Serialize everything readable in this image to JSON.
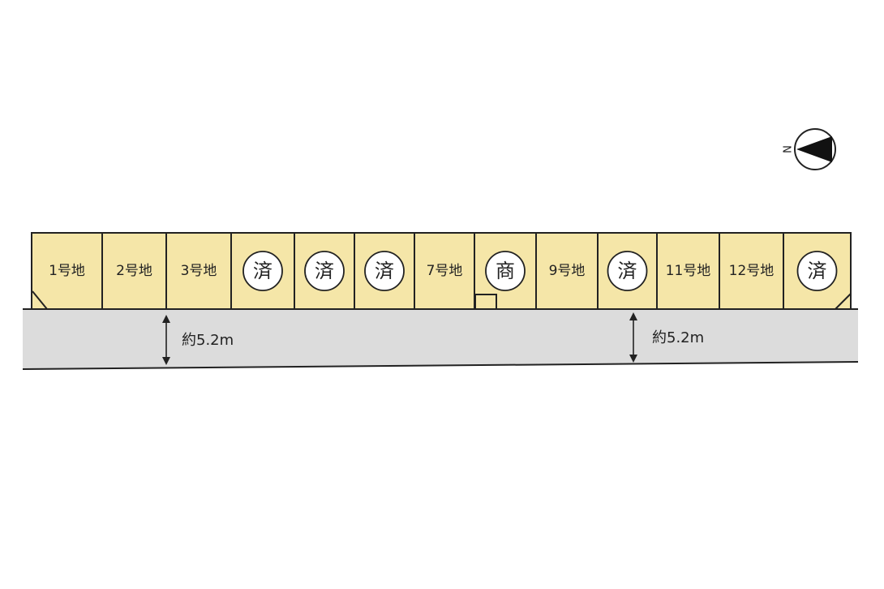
{
  "colors": {
    "lot_fill": "#f5e6a8",
    "road_fill": "#dcdcdc",
    "line": "#222222"
  },
  "compass": {
    "letter": "N",
    "icon": "north-arrow-icon"
  },
  "lots": [
    {
      "label": "1号地",
      "status": "available"
    },
    {
      "label": "2号地",
      "status": "available"
    },
    {
      "label": "3号地",
      "status": "available"
    },
    {
      "label": "済",
      "status": "sold"
    },
    {
      "label": "済",
      "status": "sold"
    },
    {
      "label": "済",
      "status": "sold"
    },
    {
      "label": "7号地",
      "status": "available"
    },
    {
      "label": "商",
      "status": "commercial"
    },
    {
      "label": "9号地",
      "status": "available"
    },
    {
      "label": "済",
      "status": "sold"
    },
    {
      "label": "11号地",
      "status": "available"
    },
    {
      "label": "12号地",
      "status": "available"
    },
    {
      "label": "済",
      "status": "sold"
    }
  ],
  "road": {
    "width_labels": [
      "約5.2m",
      "約5.2m"
    ]
  }
}
